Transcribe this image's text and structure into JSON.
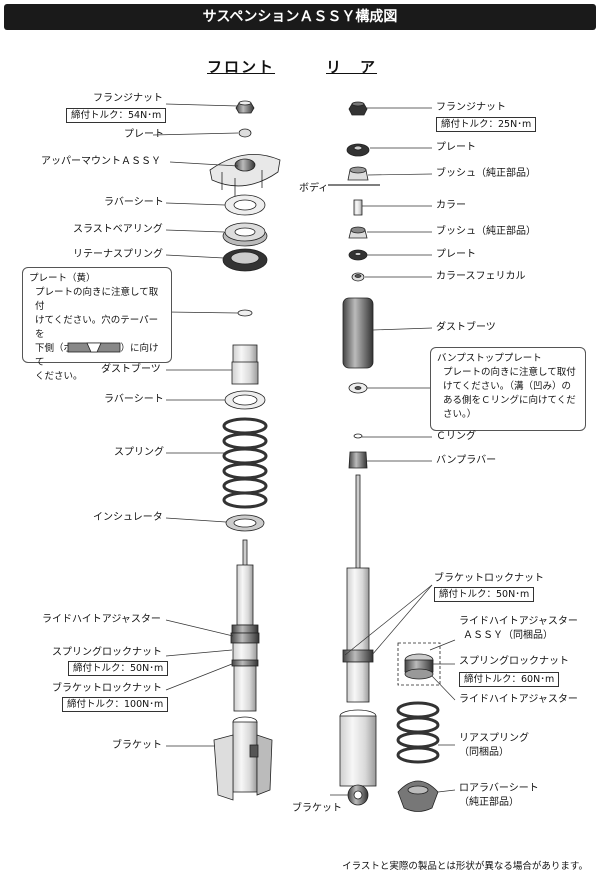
{
  "title": "サスペンションＡＳＳＹ構成図",
  "headers": {
    "front": "フロント",
    "rear": "リ　ア"
  },
  "front": {
    "flange_nut": "フランジナット",
    "flange_nut_torque": "締付トルク：54N･m",
    "plate": "プレート",
    "upper_mount": "アッパーマウントＡＳＳＹ",
    "rubber_seat": "ラバーシート",
    "thrust_bearing": "スラストベアリング",
    "retainer_spring": "リテーナスプリング",
    "dust_boot": "ダストブーツ",
    "rubber_seat_2": "ラバーシート",
    "spring": "スプリング",
    "insulator": "インシュレータ",
    "ride_height_adjuster": "ライドハイトアジャスター",
    "spring_lock_nut": "スプリングロックナット",
    "spring_lock_nut_torque": "締付トルク：50N･m",
    "bracket_lock_nut": "ブラケットロックナット",
    "bracket_lock_nut_torque": "締付トルク：100N･m",
    "bracket": "ブラケット"
  },
  "front_note": {
    "title": "プレート（黄）",
    "body": "プレートの向きに注意して取付\nけてください。穴のテーパーを\n下側（ボルト軸元側）に向けて\nください。"
  },
  "rear": {
    "flange_nut": "フランジナット",
    "flange_nut_torque": "締付トルク：25N･m",
    "plate": "プレート",
    "bush_genuine": "ブッシュ（純正部品）",
    "body": "ボディ",
    "collar": "カラー",
    "bush_genuine_2": "ブッシュ（純正部品）",
    "plate_2": "プレート",
    "collar_spherical": "カラースフェリカル",
    "dust_boot": "ダストブーツ",
    "c_ring": "Ｃリング",
    "bump_rubber": "バンプラバー",
    "bracket_lock_nut": "ブラケットロックナット",
    "bracket_lock_nut_torque": "締付トルク：50N･m",
    "ride_height_adjuster_assy": "ライドハイトアジャスター",
    "ride_height_adjuster_assy_2": "ＡＳＳＹ（同梱品）",
    "spring_lock_nut": "スプリングロックナット",
    "spring_lock_nut_torque": "締付トルク：60N･m",
    "ride_height_adjuster": "ライドハイトアジャスター",
    "rear_spring": "リアスプリング",
    "rear_spring_2": "（同梱品）",
    "lower_rubber_seat": "ロアラバーシート",
    "lower_rubber_seat_2": "（純正部品）",
    "bracket": "ブラケット"
  },
  "rear_note": {
    "title": "バンプストッププレート",
    "body": "プレートの向きに注意して取付\nけてください。（溝（凹み）の\nある側をＣリングに向けてくだ\nさい。）"
  },
  "footer": "イラストと実際の製品とは形状が異なる場合があります。"
}
